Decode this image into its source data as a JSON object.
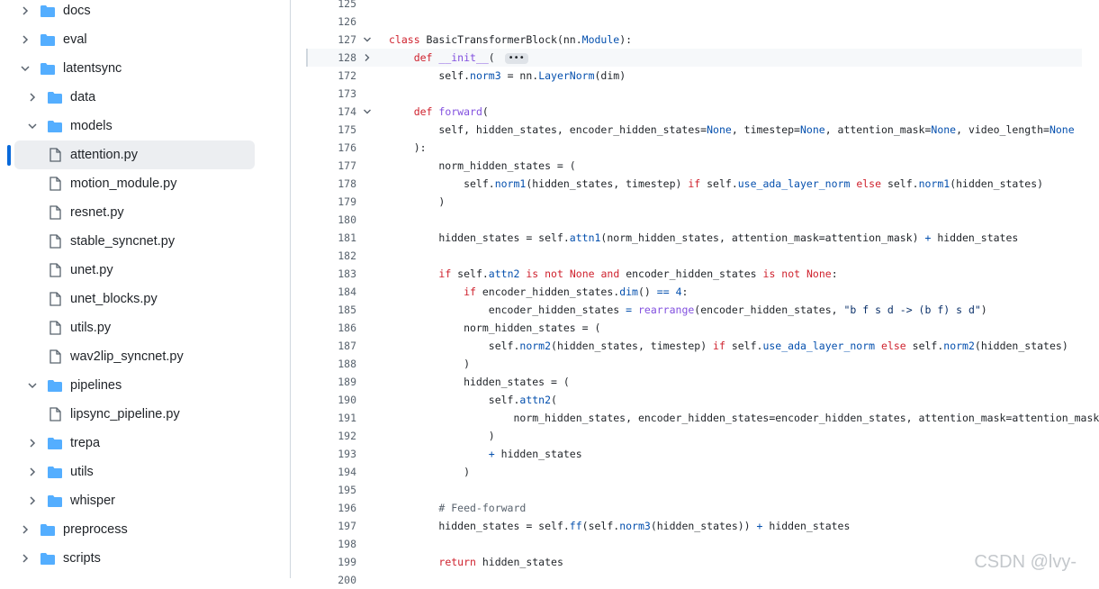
{
  "tree": [
    {
      "label": "docs",
      "type": "folder",
      "expanded": false,
      "depth": 0
    },
    {
      "label": "eval",
      "type": "folder",
      "expanded": false,
      "depth": 0
    },
    {
      "label": "latentsync",
      "type": "folder",
      "expanded": true,
      "depth": 0
    },
    {
      "label": "data",
      "type": "folder",
      "expanded": false,
      "depth": 1
    },
    {
      "label": "models",
      "type": "folder",
      "expanded": true,
      "depth": 1
    },
    {
      "label": "attention.py",
      "type": "file",
      "depth": 2,
      "selected": true
    },
    {
      "label": "motion_module.py",
      "type": "file",
      "depth": 2
    },
    {
      "label": "resnet.py",
      "type": "file",
      "depth": 2
    },
    {
      "label": "stable_syncnet.py",
      "type": "file",
      "depth": 2
    },
    {
      "label": "unet.py",
      "type": "file",
      "depth": 2
    },
    {
      "label": "unet_blocks.py",
      "type": "file",
      "depth": 2
    },
    {
      "label": "utils.py",
      "type": "file",
      "depth": 2
    },
    {
      "label": "wav2lip_syncnet.py",
      "type": "file",
      "depth": 2
    },
    {
      "label": "pipelines",
      "type": "folder",
      "expanded": true,
      "depth": 1
    },
    {
      "label": "lipsync_pipeline.py",
      "type": "file",
      "depth": 2
    },
    {
      "label": "trepa",
      "type": "folder",
      "expanded": false,
      "depth": 1
    },
    {
      "label": "utils",
      "type": "folder",
      "expanded": false,
      "depth": 1
    },
    {
      "label": "whisper",
      "type": "folder",
      "expanded": false,
      "depth": 1
    },
    {
      "label": "preprocess",
      "type": "folder",
      "expanded": false,
      "depth": 0
    },
    {
      "label": "scripts",
      "type": "folder",
      "expanded": false,
      "depth": 0
    }
  ],
  "code": [
    {
      "n": "125",
      "fold": "",
      "tokens": []
    },
    {
      "n": "126",
      "fold": "",
      "tokens": []
    },
    {
      "n": "127",
      "fold": "down",
      "tokens": [
        [
          "kw",
          "class "
        ],
        [
          "",
          "BasicTransformerBlock(nn."
        ],
        [
          "bl",
          "Module"
        ],
        [
          "",
          "):"
        ]
      ]
    },
    {
      "n": "128",
      "fold": "right",
      "hl": true,
      "tokens": [
        [
          "",
          "    "
        ],
        [
          "kw",
          "def "
        ],
        [
          "fn",
          "__init__"
        ],
        [
          "",
          "( "
        ],
        [
          "ellipsis",
          "•••"
        ]
      ]
    },
    {
      "n": "172",
      "fold": "",
      "tokens": [
        [
          "",
          "        self."
        ],
        [
          "bl",
          "norm3"
        ],
        [
          "",
          " = nn."
        ],
        [
          "bl",
          "LayerNorm"
        ],
        [
          "",
          "(dim)"
        ]
      ]
    },
    {
      "n": "173",
      "fold": "",
      "tokens": []
    },
    {
      "n": "174",
      "fold": "down",
      "tokens": [
        [
          "",
          "    "
        ],
        [
          "kw",
          "def "
        ],
        [
          "fn",
          "forward"
        ],
        [
          "",
          "("
        ]
      ]
    },
    {
      "n": "175",
      "fold": "",
      "tokens": [
        [
          "",
          "        self, hidden_states, encoder_hidden_states="
        ],
        [
          "bl",
          "None"
        ],
        [
          "",
          ", timestep="
        ],
        [
          "bl",
          "None"
        ],
        [
          "",
          ", attention_mask="
        ],
        [
          "bl",
          "None"
        ],
        [
          "",
          ", video_length="
        ],
        [
          "bl",
          "None"
        ]
      ]
    },
    {
      "n": "176",
      "fold": "",
      "tokens": [
        [
          "",
          "    ):"
        ]
      ]
    },
    {
      "n": "177",
      "fold": "",
      "tokens": [
        [
          "",
          "        norm_hidden_states = ("
        ]
      ]
    },
    {
      "n": "178",
      "fold": "",
      "tokens": [
        [
          "",
          "            self."
        ],
        [
          "bl",
          "norm1"
        ],
        [
          "",
          "(hidden_states, timestep) "
        ],
        [
          "kw",
          "if"
        ],
        [
          "",
          " self."
        ],
        [
          "bl",
          "use_ada_layer_norm"
        ],
        [
          "",
          " "
        ],
        [
          "kw",
          "else"
        ],
        [
          "",
          " self."
        ],
        [
          "bl",
          "norm1"
        ],
        [
          "",
          "(hidden_states)"
        ]
      ]
    },
    {
      "n": "179",
      "fold": "",
      "tokens": [
        [
          "",
          "        )"
        ]
      ]
    },
    {
      "n": "180",
      "fold": "",
      "tokens": []
    },
    {
      "n": "181",
      "fold": "",
      "tokens": [
        [
          "",
          "        hidden_states = self."
        ],
        [
          "bl",
          "attn1"
        ],
        [
          "",
          "(norm_hidden_states, attention_mask=attention_mask) "
        ],
        [
          "bl",
          "+"
        ],
        [
          "",
          " hidden_states"
        ]
      ]
    },
    {
      "n": "182",
      "fold": "",
      "tokens": []
    },
    {
      "n": "183",
      "fold": "",
      "tokens": [
        [
          "",
          "        "
        ],
        [
          "kw",
          "if"
        ],
        [
          "",
          " self."
        ],
        [
          "bl",
          "attn2"
        ],
        [
          "",
          " "
        ],
        [
          "kw",
          "is not"
        ],
        [
          "",
          " "
        ],
        [
          "kw",
          "None"
        ],
        [
          "",
          " "
        ],
        [
          "kw",
          "and"
        ],
        [
          "",
          " encoder_hidden_states "
        ],
        [
          "kw",
          "is not"
        ],
        [
          "",
          " "
        ],
        [
          "kw",
          "None"
        ],
        [
          "",
          ":"
        ]
      ]
    },
    {
      "n": "184",
      "fold": "",
      "tokens": [
        [
          "",
          "            "
        ],
        [
          "kw",
          "if"
        ],
        [
          "",
          " encoder_hidden_states."
        ],
        [
          "bl",
          "dim"
        ],
        [
          "",
          "() "
        ],
        [
          "bl",
          "=="
        ],
        [
          "",
          " "
        ],
        [
          "bl",
          "4"
        ],
        [
          "",
          ":"
        ]
      ]
    },
    {
      "n": "185",
      "fold": "",
      "tokens": [
        [
          "",
          "                encoder_hidden_states "
        ],
        [
          "bl",
          "="
        ],
        [
          "",
          " "
        ],
        [
          "fn",
          "rearrange"
        ],
        [
          "",
          "(encoder_hidden_states, "
        ],
        [
          "st",
          "\"b f s d -> (b f) s d\""
        ],
        [
          "",
          ")"
        ]
      ]
    },
    {
      "n": "186",
      "fold": "",
      "tokens": [
        [
          "",
          "            norm_hidden_states = ("
        ]
      ]
    },
    {
      "n": "187",
      "fold": "",
      "tokens": [
        [
          "",
          "                self."
        ],
        [
          "bl",
          "norm2"
        ],
        [
          "",
          "(hidden_states, timestep) "
        ],
        [
          "kw",
          "if"
        ],
        [
          "",
          " self."
        ],
        [
          "bl",
          "use_ada_layer_norm"
        ],
        [
          "",
          " "
        ],
        [
          "kw",
          "else"
        ],
        [
          "",
          " self."
        ],
        [
          "bl",
          "norm2"
        ],
        [
          "",
          "(hidden_states)"
        ]
      ]
    },
    {
      "n": "188",
      "fold": "",
      "tokens": [
        [
          "",
          "            )"
        ]
      ]
    },
    {
      "n": "189",
      "fold": "",
      "tokens": [
        [
          "",
          "            hidden_states = ("
        ]
      ]
    },
    {
      "n": "190",
      "fold": "",
      "tokens": [
        [
          "",
          "                self."
        ],
        [
          "bl",
          "attn2"
        ],
        [
          "",
          "("
        ]
      ]
    },
    {
      "n": "191",
      "fold": "",
      "tokens": [
        [
          "",
          "                    norm_hidden_states, encoder_hidden_states=encoder_hidden_states, attention_mask=attention_mask"
        ]
      ]
    },
    {
      "n": "192",
      "fold": "",
      "tokens": [
        [
          "",
          "                )"
        ]
      ]
    },
    {
      "n": "193",
      "fold": "",
      "tokens": [
        [
          "",
          "                "
        ],
        [
          "bl",
          "+"
        ],
        [
          "",
          " hidden_states"
        ]
      ]
    },
    {
      "n": "194",
      "fold": "",
      "tokens": [
        [
          "",
          "            )"
        ]
      ]
    },
    {
      "n": "195",
      "fold": "",
      "tokens": []
    },
    {
      "n": "196",
      "fold": "",
      "tokens": [
        [
          "cm",
          "        # Feed-forward"
        ]
      ]
    },
    {
      "n": "197",
      "fold": "",
      "tokens": [
        [
          "",
          "        hidden_states = self."
        ],
        [
          "bl",
          "ff"
        ],
        [
          "",
          "(self."
        ],
        [
          "bl",
          "norm3"
        ],
        [
          "",
          "(hidden_states)) "
        ],
        [
          "bl",
          "+"
        ],
        [
          "",
          " hidden_states"
        ]
      ]
    },
    {
      "n": "198",
      "fold": "",
      "tokens": []
    },
    {
      "n": "199",
      "fold": "",
      "tokens": [
        [
          "",
          "        "
        ],
        [
          "kw",
          "return"
        ],
        [
          "",
          " hidden_states"
        ]
      ]
    },
    {
      "n": "200",
      "fold": "",
      "tokens": []
    }
  ],
  "watermark": "CSDN @lvy-",
  "colors": {
    "folder": "#54aeff",
    "accent": "#0969da",
    "keyword": "#cf222e",
    "function": "#8250df",
    "builtin": "#0550ae"
  }
}
